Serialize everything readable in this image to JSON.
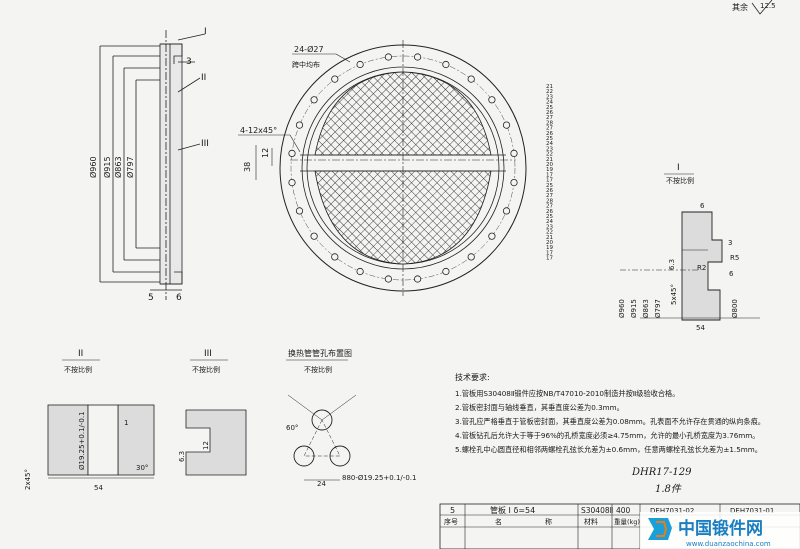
{
  "roughness": {
    "label": "其余",
    "value": "12.5"
  },
  "tubesheet": {
    "hole_callout": "24-Ø27",
    "hole_note": "跨中均布",
    "slot_callout": "4-12x45°",
    "dim_12": "12",
    "dim_38": "38",
    "row_numbers": [
      "21",
      "22",
      "23",
      "24",
      "25",
      "26",
      "27",
      "28",
      "27",
      "26",
      "25",
      "24",
      "23",
      "22",
      "21",
      "20",
      "19",
      "17",
      "17",
      "25",
      "26",
      "27",
      "28",
      "27",
      "26",
      "25",
      "24",
      "23",
      "22",
      "21",
      "20",
      "19",
      "17",
      "17"
    ]
  },
  "side_view": {
    "labels": [
      "I",
      "3",
      "II",
      "III"
    ],
    "diameters": [
      "Ø960",
      "Ø915",
      "Ø863",
      "Ø797"
    ],
    "bottom_dims": [
      "5",
      "6"
    ]
  },
  "detail_1": {
    "roman": "I",
    "scale": "不按比例",
    "dims": {
      "d6": "6",
      "d3": "3",
      "r5": "R5",
      "r2": "R2",
      "d6b": "6",
      "d63": "6.3",
      "chamfer": "5x45°",
      "d54": "54",
      "d800": "Ø800"
    },
    "diameters": [
      "Ø960",
      "Ø915",
      "Ø863",
      "Ø797"
    ]
  },
  "detail_2": {
    "roman": "II",
    "scale": "不按比例",
    "dims": {
      "bore": "Ø19.25+0.1/-0.1",
      "d1": "1",
      "angle": "30°",
      "chamfer": "2x45°",
      "d54": "54"
    }
  },
  "detail_3": {
    "roman": "III",
    "scale": "不按比例",
    "dims": {
      "d63": "6.3",
      "d12": "12"
    }
  },
  "hole_layout": {
    "title": "换热管管孔布置图",
    "scale": "不按比例",
    "angle": "60°",
    "pitch": "24",
    "count": "880-Ø19.25+0.1/-0.1"
  },
  "tech_req": {
    "title": "技术要求:",
    "items": [
      "1.管板用S30408Ⅱ锻件应按NB/T47010-2010制造并按Ⅱ级验收合格。",
      "2.管板密封面与轴线垂直，其垂直度公差为0.3mm。",
      "3.管孔应严格垂直于管板密封面，其垂直度公差为0.08mm。孔表面不允许存在贯通的纵向条痕。",
      "4.管板钻孔后允许大于等于96%的孔桥宽度必须≥4.75mm，允许的最小孔桥宽度为3.76mm。",
      "5.螺栓孔中心圆直径和相邻两螺栓孔弦长允差为±0.6mm，任意两螺栓孔弦长允差为±1.5mm。"
    ]
  },
  "handwriting": [
    "DHR17-129",
    "1.8件"
  ],
  "title_block": {
    "row1": [
      "5",
      "管板 I δ=54",
      "S30408Ⅱ",
      "400",
      "DEH7031-02",
      "DEH7031-01"
    ],
    "row2": [
      "序号",
      "名",
      "称",
      "材料",
      "重量(kg)"
    ]
  },
  "watermark": {
    "name": "中国锻件网",
    "url": "www.duanzaochina.com"
  }
}
